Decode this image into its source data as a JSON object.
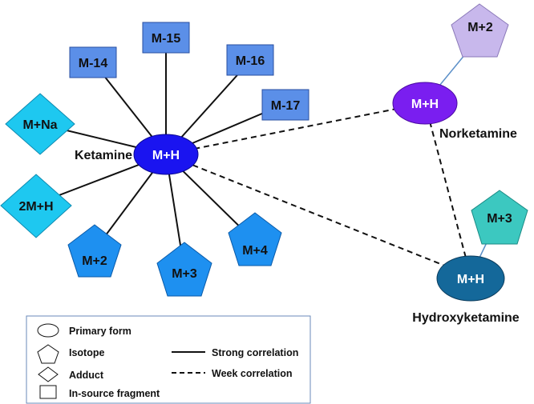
{
  "colors": {
    "ketamine_center": "#1a14f0",
    "fragment_box": "#5b8fe8",
    "adduct": "#1ec8f0",
    "isotope": "#1e90f0",
    "norketamine_center": "#7a1ef0",
    "norketamine_isotope": "#c8b8ec",
    "hydroxy_center": "#14689a",
    "hydroxy_isotope": "#3cc8c0",
    "edge_strong": "#111111",
    "edge_light": "#5b8fc8"
  },
  "ketamine": {
    "name": "Ketamine",
    "center_label": "M+H",
    "fragments": [
      "M-14",
      "M-15",
      "M-16",
      "M-17"
    ],
    "adducts": [
      "M+Na",
      "2M+H"
    ],
    "isotopes": [
      "M+2",
      "M+3",
      "M+4"
    ]
  },
  "norketamine": {
    "name": "Norketamine",
    "center_label": "M+H",
    "isotope": "M+2"
  },
  "hydroxyketamine": {
    "name": "Hydroxyketamine",
    "center_label": "M+H",
    "isotope": "M+3"
  },
  "legend": {
    "primary": "Primary form",
    "isotope": "Isotope",
    "adduct": "Adduct",
    "fragment": "In-source fragment",
    "strong": "Strong correlation",
    "weak": "Week correlation"
  }
}
